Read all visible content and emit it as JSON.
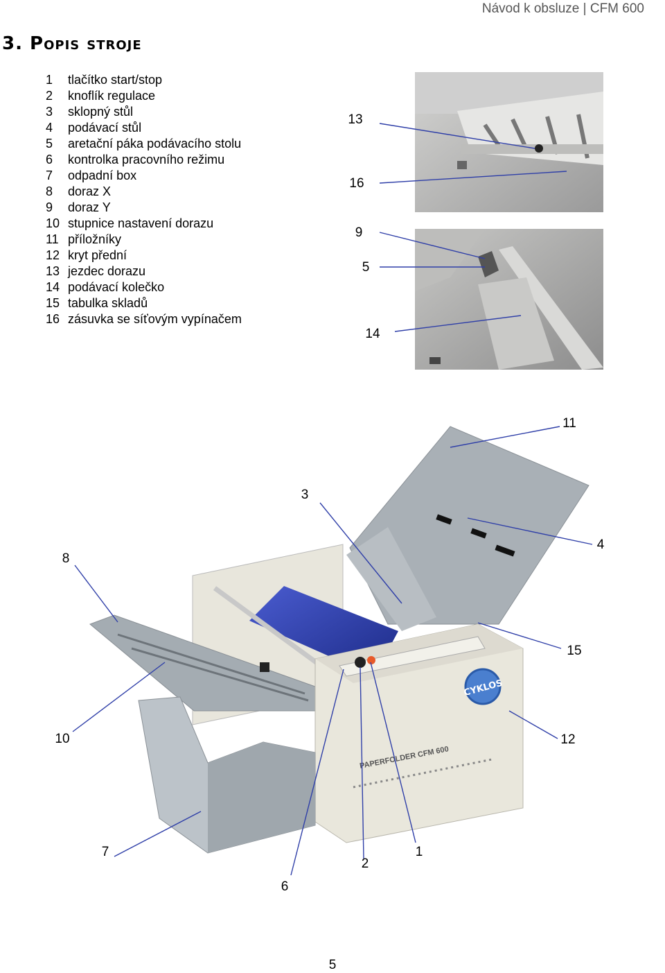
{
  "header": "Návod k obsluze | CFM 600",
  "title": "3. Popis stroje",
  "legend": [
    {
      "num": "1",
      "text": "tlačítko start/stop"
    },
    {
      "num": "2",
      "text": "knoflík regulace"
    },
    {
      "num": "3",
      "text": "sklopný stůl"
    },
    {
      "num": "4",
      "text": "podávací stůl"
    },
    {
      "num": "5",
      "text": "aretační páka podávacího stolu"
    },
    {
      "num": "6",
      "text": "kontrolka pracovního režimu"
    },
    {
      "num": "7",
      "text": "odpadní box"
    },
    {
      "num": "8",
      "text": "doraz X"
    },
    {
      "num": "9",
      "text": "doraz Y"
    },
    {
      "num": "10",
      "text": "stupnice nastavení dorazu"
    },
    {
      "num": "11",
      "text": "příložníky"
    },
    {
      "num": "12",
      "text": "kryt přední"
    },
    {
      "num": "13",
      "text": "jezdec dorazu"
    },
    {
      "num": "14",
      "text": "podávací kolečko"
    },
    {
      "num": "15",
      "text": "tabulka skladů"
    },
    {
      "num": "16",
      "text": "zásuvka se síťovým vypínačem"
    }
  ],
  "callouts": {
    "c13": "13",
    "c16": "16",
    "c9": "9",
    "c5": "5",
    "c14": "14",
    "c11": "11",
    "c3": "3",
    "c8": "8",
    "c4": "4",
    "c15": "15",
    "c10": "10",
    "c12": "12",
    "c7": "7",
    "c2": "2",
    "c1": "1",
    "c6": "6"
  },
  "machine_model_text": "PAPERFOLDER CFM 600",
  "brand_logo_text": "CYKLOS",
  "page_number": "5",
  "colors": {
    "machine_body": "#e9e7dc",
    "tray": "#a4acb2",
    "roller_cover": "#2f3fa8",
    "logo": "#4a7fcf",
    "start_button": "#e85a2a"
  }
}
